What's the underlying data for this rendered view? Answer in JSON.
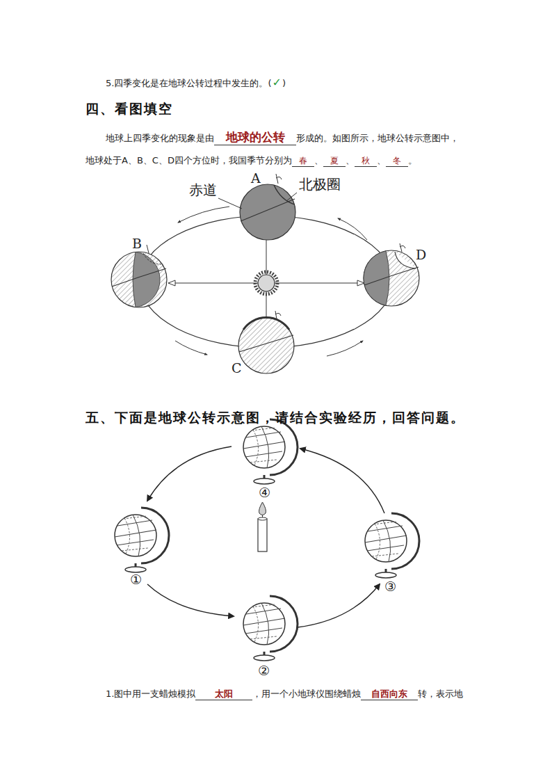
{
  "diagram": {
    "labels": [
      "5.四季变化是在地球公转过程中发生的。(",
      "✓",
      ")",
      "四、看图填空",
      "地球上四季变化的现象是由",
      "地球的公转",
      "形成的。如图所示，地球公转示意图中，",
      "地球处于A、B、C、D四个方位时，我国季节分别为",
      "春",
      "、",
      "夏",
      "、",
      "秋",
      "、",
      "冬",
      "。",
      "A",
      "赤道",
      "北极圈",
      "B",
      "D",
      "C",
      "五、下面是地球公转示意图，请结合实验经历，回答问题。",
      "④",
      "①",
      "③",
      "②",
      "1.图中用一支蜡烛模拟",
      "太阳",
      "，用一个小地球仪围绕蜡烛",
      "自西向东",
      "转，表示地"
    ]
  }
}
